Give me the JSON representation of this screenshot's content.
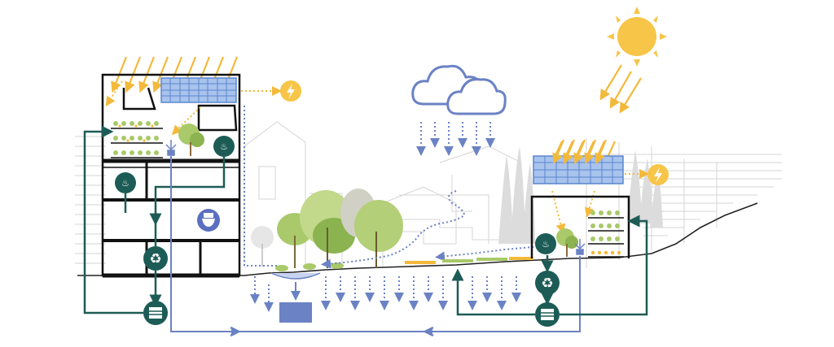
{
  "colors": {
    "teal": "#1d5c56",
    "blue": "#6b82c4",
    "sun": "#f7c548",
    "sun_ray": "#f3b93a",
    "panel": "#5b86cf",
    "green_light": "#a9c96a",
    "green_dark": "#6f9a3c",
    "grey_context": "#cfcfcf",
    "ground": "#222222"
  },
  "icons": {
    "sun": "sun-icon",
    "cloud": "cloud-icon",
    "energy": "lightning-bolt-icon",
    "recycle": "recycle-icon",
    "toilet": "toilet-icon",
    "tank": "water-tank-icon",
    "treatment": "water-treatment-icon",
    "sprinkler": "sprinkler-icon",
    "solar_panel": "solar-panel-icon",
    "tree": "tree-icon"
  },
  "flows": [
    "sunlight",
    "rainfall",
    "solar-energy",
    "rainwater-collection",
    "greywater-recycling",
    "irrigation",
    "infiltration",
    "water-distribution"
  ]
}
